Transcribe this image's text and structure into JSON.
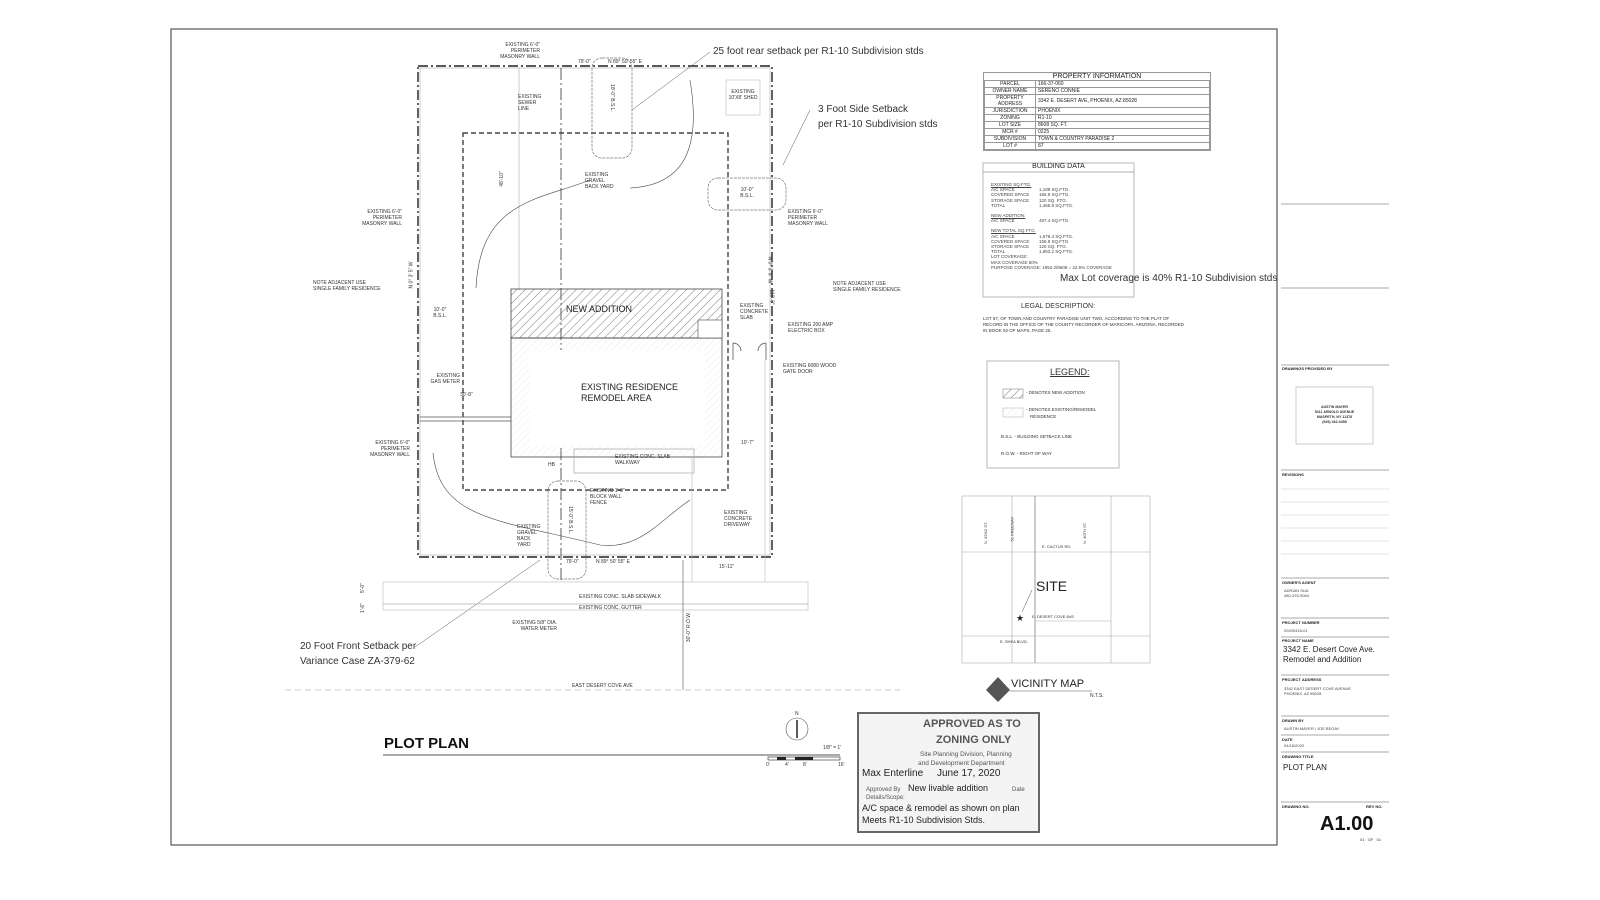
{
  "annotations": {
    "rear_setback": "25 foot rear setback per R1-10 Subdivision stds",
    "side_setback_1": "3 Foot Side Setback",
    "side_setback_2": "per R1-10 Subdivision stds",
    "front_setback_1": "20 Foot Front Setback per",
    "front_setback_2": "Variance Case ZA-379-62",
    "lot_coverage": "Max Lot coverage is 40% R1-10 Subdivision stds"
  },
  "plan": {
    "new_addition": "NEW ADDITION",
    "existing_residence_1": "EXISTING RESIDENCE",
    "existing_residence_2": "REMODEL AREA",
    "labels": {
      "wall_top": "EXISTING 6'-0\" PERIMETER MASONRY WALL",
      "sewer": "EXISTING SEWER LINE",
      "shed": "EXISTING 10'X8' SHED",
      "gravel_top": "EXISTING GRAVEL BACK YARD",
      "wall_left": "EXISTING 6'-0\" PERIMETER MASONRY WALL",
      "wall_right": "EXISTING 6'-0\" PERIMETER MASONRY WALL",
      "adjacent_left": "NOTE ADJACENT USE SINGLE FAMILY RESIDENCE",
      "adjacent_right": "NOTE ADJACENT USE SINGLE FAMILY RESIDENCE",
      "slab": "EXISTING CONCRETE SLAB",
      "electric": "EXISTING 200 AMP ELECTRIC BOX",
      "gate": "EXISTING 6080 WOOD GATE DOOR",
      "gas": "EXISTING GAS METER",
      "wall_left_low": "EXISTING 6'-0\" PERIMETER MASONRY WALL",
      "walkway": "EXISTING CONC. SLAB WALKWAY",
      "block_wall": "EXISTING 1'-0\" BLOCK WALL FENCE",
      "gravel_front": "EXISTING GRAVEL BACK YARD",
      "driveway": "EXISTING CONCRETE DRIVEWAY",
      "sidewalk": "EXISTING CONC. SLAB SIDEWALK",
      "gutter": "EXISTING CONC. GUTTER",
      "water_meter": "EXISTING 5/8\" DIA. WATER METER",
      "street": "EAST DESERT COVE AVE"
    },
    "dims": {
      "top_bearing": "N 89° 50' 55\" E",
      "top_len": "79'-0\"",
      "rear_bsl": "18'-0\" B.S.L.",
      "side_bsl_right": "10'-0\" B.S.L.",
      "side_bsl_left": "10'-0\" B.S.L.",
      "depth": "48'-10\"",
      "right_bearing": "N 0° 3' 5\" W",
      "left_bearing": "N 0° 3' 5\" W",
      "lot_depth": "110'-0\"",
      "gas_dim": "30'-8\"",
      "right_dim": "10'-7\"",
      "front_bsl": "15'-0\" B.S.L.",
      "bottom_len": "79'-0\"",
      "bottom_bearing": "N 89° 50' 55\" E",
      "drive_dim": "15'-11\"",
      "sidewalk_dim": "5'-0\"",
      "gutter_dim": "1'-6\"",
      "row": "30'-0\" R.O.W.",
      "hb": "HB"
    },
    "title": "PLOT PLAN",
    "scale": "1/8\" = 1'",
    "scale_ticks": [
      "0'",
      "4'",
      "8'",
      "16'"
    ],
    "north": "N"
  },
  "property_info": {
    "title": "PROPERTY INFORMATION",
    "rows": [
      {
        "label": "PARCEL",
        "value": "166-37-060"
      },
      {
        "label": "OWNER NAME",
        "value": "SERENO CONNIE"
      },
      {
        "label": "PROPERTY ADDRESS",
        "value": "3342 E. DESERT AVE, PHOENIX, AZ 85028"
      },
      {
        "label": "JURISDICTION",
        "value": "PHOENIX"
      },
      {
        "label": "ZONING",
        "value": "R1-10"
      },
      {
        "label": "LOT SIZE",
        "value": "8608 SQ. FT."
      },
      {
        "label": "MCR #",
        "value": "0225"
      },
      {
        "label": "SUBDIVISION",
        "value": "TOWN & COUNTRY PARADISE 2"
      },
      {
        "label": "LOT #",
        "value": "87"
      }
    ]
  },
  "building_data": {
    "title": "BUILDING DATA",
    "existing_head": "EXISTING SQ.FTG.",
    "existing": [
      [
        "A/C SPACE",
        "1,189 SQ.FTG."
      ],
      [
        "COVERED SPACE",
        "156.8 SQ.FTG."
      ],
      [
        "STORAGE SPACE",
        "120 SQ. FTG."
      ],
      [
        "TOTAL",
        "1,465.8 SQ.FTG."
      ]
    ],
    "new_head": "NEW ADDITION:",
    "new": [
      [
        "A/C SPACE",
        "487.4 SQ.FTG."
      ]
    ],
    "total_head": "NEW TOTAL SQ.FTG.",
    "total": [
      [
        "A/C SPACE",
        "1,676.4 SQ.FTG."
      ],
      [
        "COVERED SPACE",
        "156.8 SQ.FTG."
      ],
      [
        "STORAGE SPACE",
        "120 SQ. FTG."
      ],
      [
        "TOTAL",
        "1,953.2 SQ.FTG."
      ]
    ],
    "lot_coverage": "LOT COVERAGE:",
    "max_coverage": "MAX COVERAGE 50%",
    "purpose_coverage": "PURPOSE COVERAGE: 1953.2/8608 = 22.6% COVERAGE"
  },
  "legal": {
    "title": "LEGAL DESCRIPTION:",
    "line1": "LOT 87, OF TOWN AND COUNTRY PARADISE UNIT TWO, ACCORDING TO THE PLAT OF",
    "line2": "RECORD IN THE OFFICE OF THE COUNTY RECORDER OF MARICOPA, ARIZONA, RECORDED",
    "line3": "IN BOOK 92 OF MAPS, PAGE 25."
  },
  "legend": {
    "title": "LEGEND:",
    "new_addition": "- DENOTES NEW ADDITION",
    "existing_1": "- DENOTES EXISTING/REMODEL",
    "existing_2": "RESIDENCE",
    "bsl": "B.S.L. - BUILDING SETBACK LINE",
    "row": "R.O.W. - RIGHT OF WAY"
  },
  "vicinity": {
    "streets": {
      "n32": "N. 32ND ST.",
      "fwy": "51 FREEWAY",
      "n40": "N. 40TH ST.",
      "cactus": "E. CACTUS RD.",
      "desert_cove": "E. DESERT COVE AVE.",
      "shea": "E. SHEA BLVD."
    },
    "site": "SITE",
    "title": "VICINITY MAP",
    "nts": "N.T.S."
  },
  "stamp": {
    "line1": "APPROVED AS TO",
    "line2": "ZONING ONLY",
    "line3": "Site Planning Division, Planning",
    "line4": "and Development Department",
    "approver": "Max Enterline",
    "date": "June 17, 2020",
    "approved_by": "Approved By",
    "date_label": "Date",
    "scope1": "New livable addition",
    "details": "Details/Scope:",
    "scope2": "A/C space & remodel as shown on plan",
    "scope3": "Meets R1-10 Subdivision Stds."
  },
  "title_block": {
    "provided_by_label": "DRAWINGS PROVIDED BY",
    "provider": [
      "AUSTIN MAYER",
      "5411 ARNOLD AVENUE",
      "MASPETH, NY 11378",
      "(929) 462-0458"
    ],
    "revisions_label": "REVISIONS",
    "agent_label": "OWNER'S AGENT",
    "agent": [
      "ADRIAN SUA",
      "480-293-9064"
    ],
    "project_number_label": "PROJECT NUMBER",
    "project_number": "20200416-01",
    "project_name_label": "PROJECT NAME",
    "project_name_1": "3342 E. Desert Cove Ave.",
    "project_name_2": "Remodel and Addition",
    "project_address_label": "PROJECT ADDRESS",
    "project_address_1": "3342 EAST DESERT COVE AVENUE",
    "project_address_2": "PHOENIX, AZ 85028",
    "drawn_by_label": "DRAWN BY",
    "drawn_by": "AUSTIN MAYER / JOE BEGAY",
    "date_label": "DATE",
    "date": "04/16/2020",
    "drawing_title_label": "DRAWING TITLE",
    "drawing_title": "PLOT PLAN",
    "drawing_no_label": "DRAWING NO.",
    "rev_no_label": "REV NO.",
    "drawing_no": "A1.00",
    "sheet": "01   OF   01"
  }
}
